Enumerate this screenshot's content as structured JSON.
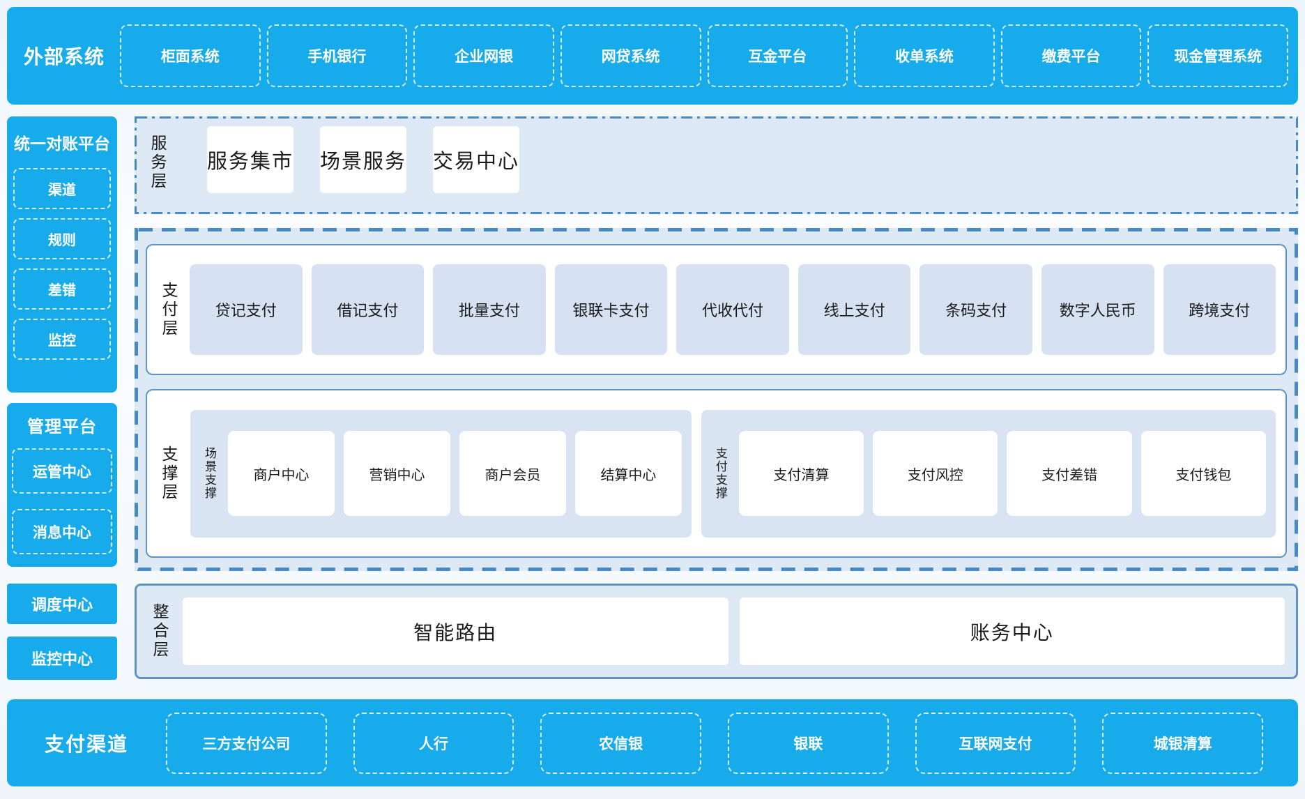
{
  "colors": {
    "blue": "#17ABEB",
    "border-blue": "#4789C8",
    "panel-border": "#5E92C8",
    "panel-bg": "#DEE9F6",
    "box-bg": "#D6E2F1",
    "group-bg": "#D9E4F2",
    "ink": "#1A1A1A"
  },
  "top_bar": {
    "title": "外部系统",
    "items": [
      "柜面系统",
      "手机银行",
      "企业网银",
      "网贷系统",
      "互金平台",
      "收单系统",
      "缴费平台",
      "现金管理系统"
    ]
  },
  "left": {
    "panels": [
      {
        "title": "统一对账平台",
        "items": [
          "渠道",
          "规则",
          "差错",
          "监控"
        ]
      },
      {
        "title": "管理平台",
        "items": [
          "运管中心",
          "消息中心"
        ]
      }
    ],
    "solo_boxes": [
      "调度中心",
      "监控中心"
    ]
  },
  "layers": {
    "service": {
      "label": "服务层",
      "items": [
        "服务集市",
        "场景服务",
        "交易中心"
      ]
    },
    "payment": {
      "label": "支付层",
      "items": [
        "贷记支付",
        "借记支付",
        "批量支付",
        "银联卡支付",
        "代收代付",
        "线上支付",
        "条码支付",
        "数字人民币",
        "跨境支付"
      ]
    },
    "support": {
      "label": "支撑层",
      "groups": [
        {
          "label": "场景支撑",
          "items": [
            "商户中心",
            "营销中心",
            "商户会员",
            "结算中心"
          ]
        },
        {
          "label": "支付支撑",
          "items": [
            "支付清算",
            "支付风控",
            "支付差错",
            "支付钱包"
          ]
        }
      ]
    },
    "integration": {
      "label": "整合层",
      "items": [
        "智能路由",
        "账务中心"
      ]
    }
  },
  "bottom_bar": {
    "title": "支付渠道",
    "items": [
      "三方支付公司",
      "人行",
      "农信银",
      "银联",
      "互联网支付",
      "城银清算"
    ]
  }
}
